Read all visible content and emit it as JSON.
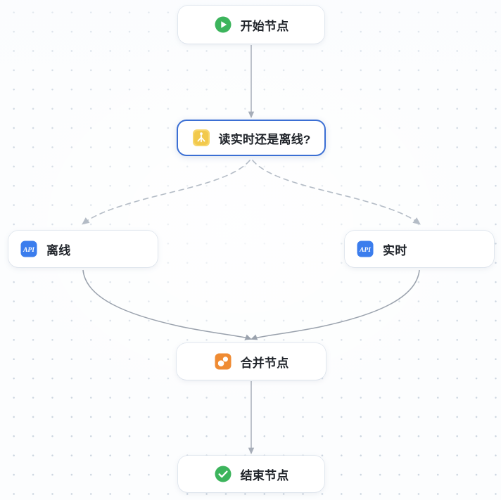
{
  "canvas": {
    "background_color": "#fcfdfe",
    "grid_dot_color": "#c9d3de",
    "grid_spacing": "27"
  },
  "nodes": [
    {
      "id": "start",
      "label": "开始节点",
      "icon": "play-circle-icon",
      "icon_color": "#3cb45c",
      "selected": false
    },
    {
      "id": "decision",
      "label": "读实时还是离线?",
      "icon": "condition-icon",
      "icon_color": "#f2c94c",
      "selected": true,
      "selected_border_color": "#3b6fd4"
    },
    {
      "id": "offline",
      "label": "离线",
      "icon": "api-icon",
      "icon_color": "#3b7ded",
      "icon_text": "API",
      "selected": false
    },
    {
      "id": "realtime",
      "label": "实时",
      "icon": "api-icon",
      "icon_color": "#3b7ded",
      "icon_text": "API",
      "selected": false
    },
    {
      "id": "merge",
      "label": "合并节点",
      "icon": "merge-icon",
      "icon_color": "#ef8b33",
      "selected": false
    },
    {
      "id": "end",
      "label": "结束节点",
      "icon": "check-circle-icon",
      "icon_color": "#3cb45c",
      "selected": false
    }
  ],
  "edges": [
    {
      "id": "start-to-decision",
      "from": "start",
      "to": "decision",
      "style": "solid",
      "color": "#a6adb8"
    },
    {
      "id": "decision-to-offline",
      "from": "decision",
      "to": "offline",
      "style": "dashed",
      "color": "#b4bcc6"
    },
    {
      "id": "decision-to-realtime",
      "from": "decision",
      "to": "realtime",
      "style": "dashed",
      "color": "#b4bcc6"
    },
    {
      "id": "offline-to-merge",
      "from": "offline",
      "to": "merge",
      "style": "solid",
      "color": "#9aa2ad"
    },
    {
      "id": "realtime-to-merge",
      "from": "realtime",
      "to": "merge",
      "style": "solid",
      "color": "#9aa2ad"
    },
    {
      "id": "merge-to-end",
      "from": "merge",
      "to": "end",
      "style": "solid",
      "color": "#a6adb8"
    }
  ]
}
